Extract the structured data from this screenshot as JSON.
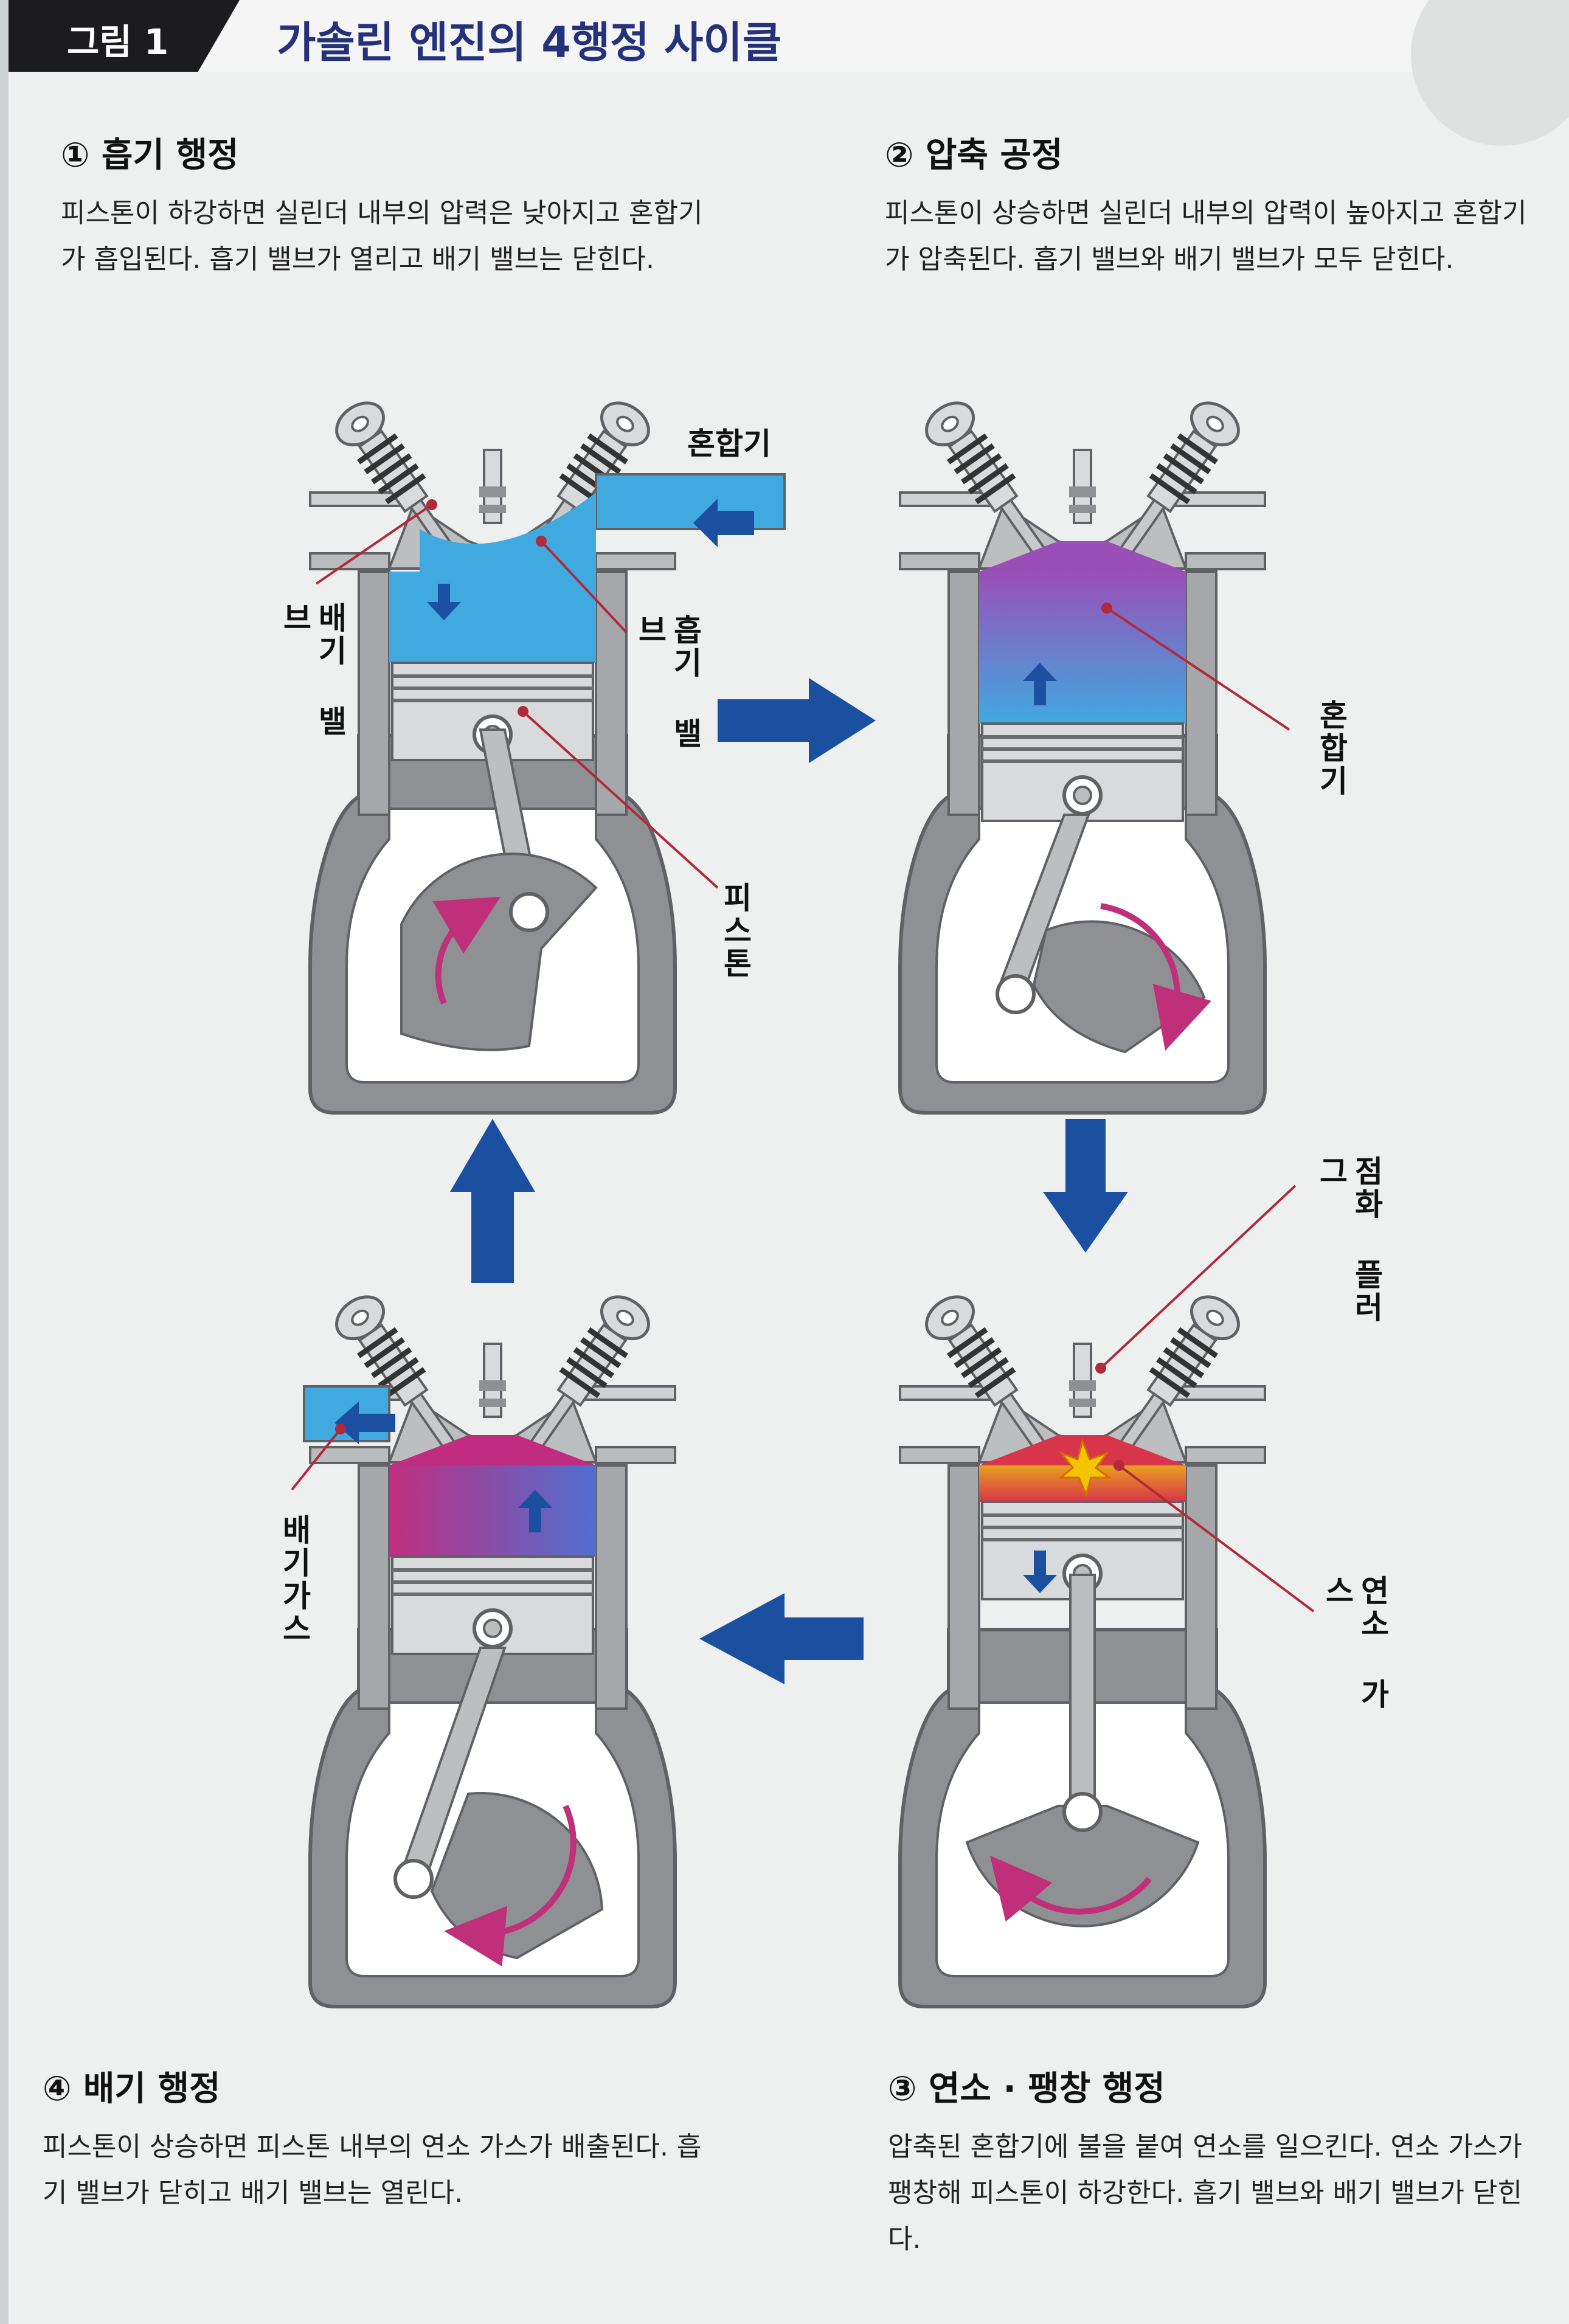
{
  "figure": {
    "tag": "그림 1",
    "title": "가솔린 엔진의 4행정 사이클"
  },
  "steps": {
    "intake": {
      "heading": "① 흡기 행정",
      "body": "피스톤이 하강하면 실린더 내부의 압력은 낮아지고 혼합기가 흡입된다. 흡기 밸브가 열리고 배기 밸브는 닫힌다."
    },
    "compression": {
      "heading": "② 압축 공정",
      "body": "피스톤이 상승하면 실린더 내부의 압력이 높아지고 혼합기가 압축된다. 흡기 밸브와 배기 밸브가 모두 닫힌다."
    },
    "combustion": {
      "heading": "③ 연소 · 팽창 행정",
      "body": "압축된 혼합기에 불을 붙여 연소를 일으킨다. 연소 가스가 팽창해 피스톤이 하강한다. 흡기 밸브와 배기 밸브가 닫힌다."
    },
    "exhaust": {
      "heading": "④ 배기 행정",
      "body": "피스톤이 상승하면 피스톤 내부의 연소 가스가 배출된다. 흡기 밸브가 닫히고 배기 밸브는 열린다."
    }
  },
  "labels": {
    "mixture_intake": "혼합기",
    "exhaust_valve": "배기 밸브",
    "intake_valve": "흡기 밸브",
    "piston": "피스톤",
    "mixture_compression": "혼합기",
    "spark_plug": "점화 플러그",
    "combustion_gas": "연소 가스",
    "exhaust_gas": "배기가스"
  },
  "colors": {
    "mixture": "#3fa9e0",
    "combustion": "#e0374c",
    "exhaust": "#c02d80",
    "flow_arrow": "#1b4fa0",
    "rotation": "#c0307a",
    "metal": "#8e9094",
    "metal_light": "#cfd0d2",
    "leader": "#b02a3a"
  },
  "icons": [
    "arrow-right-icon",
    "arrow-down-icon",
    "arrow-left-icon",
    "arrow-up-icon",
    "spark-icon",
    "rotation-arrow-icon"
  ]
}
